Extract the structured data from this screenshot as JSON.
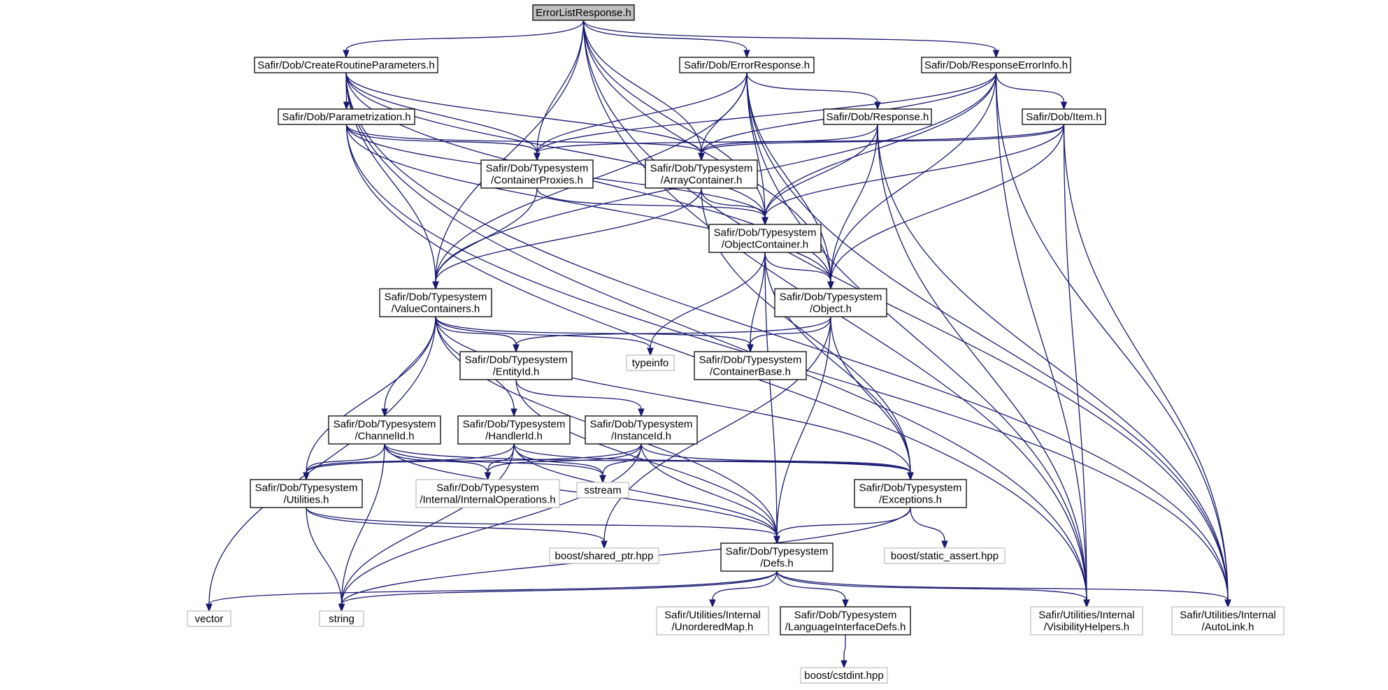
{
  "nodes": [
    {
      "id": "root",
      "lines": [
        "ErrorListResponse.h"
      ],
      "style": "root"
    },
    {
      "id": "crp",
      "lines": [
        "Safir/Dob/CreateRoutineParameters.h"
      ],
      "style": "doc"
    },
    {
      "id": "er",
      "lines": [
        "Safir/Dob/ErrorResponse.h"
      ],
      "style": "doc"
    },
    {
      "id": "rei",
      "lines": [
        "Safir/Dob/ResponseErrorInfo.h"
      ],
      "style": "doc"
    },
    {
      "id": "param",
      "lines": [
        "Safir/Dob/Parametrization.h"
      ],
      "style": "doc"
    },
    {
      "id": "resp",
      "lines": [
        "Safir/Dob/Response.h"
      ],
      "style": "doc"
    },
    {
      "id": "item",
      "lines": [
        "Safir/Dob/Item.h"
      ],
      "style": "doc"
    },
    {
      "id": "cp",
      "lines": [
        "Safir/Dob/Typesystem",
        "/ContainerProxies.h"
      ],
      "style": "doc"
    },
    {
      "id": "ac",
      "lines": [
        "Safir/Dob/Typesystem",
        "/ArrayContainer.h"
      ],
      "style": "doc"
    },
    {
      "id": "oc",
      "lines": [
        "Safir/Dob/Typesystem",
        "/ObjectContainer.h"
      ],
      "style": "doc"
    },
    {
      "id": "vc",
      "lines": [
        "Safir/Dob/Typesystem",
        "/ValueContainers.h"
      ],
      "style": "doc"
    },
    {
      "id": "obj",
      "lines": [
        "Safir/Dob/Typesystem",
        "/Object.h"
      ],
      "style": "doc"
    },
    {
      "id": "eid",
      "lines": [
        "Safir/Dob/Typesystem",
        "/EntityId.h"
      ],
      "style": "doc"
    },
    {
      "id": "typeinfo",
      "lines": [
        "typeinfo"
      ],
      "style": "ext"
    },
    {
      "id": "cb",
      "lines": [
        "Safir/Dob/Typesystem",
        "/ContainerBase.h"
      ],
      "style": "doc"
    },
    {
      "id": "cid",
      "lines": [
        "Safir/Dob/Typesystem",
        "/ChannelId.h"
      ],
      "style": "doc"
    },
    {
      "id": "hid",
      "lines": [
        "Safir/Dob/Typesystem",
        "/HandlerId.h"
      ],
      "style": "doc"
    },
    {
      "id": "iid",
      "lines": [
        "Safir/Dob/Typesystem",
        "/InstanceId.h"
      ],
      "style": "doc"
    },
    {
      "id": "util",
      "lines": [
        "Safir/Dob/Typesystem",
        "/Utilities.h"
      ],
      "style": "doc"
    },
    {
      "id": "intops",
      "lines": [
        "Safir/Dob/Typesystem",
        "/Internal/InternalOperations.h"
      ],
      "style": "ext"
    },
    {
      "id": "sstream",
      "lines": [
        "sstream"
      ],
      "style": "ext"
    },
    {
      "id": "exc",
      "lines": [
        "Safir/Dob/Typesystem",
        "/Exceptions.h"
      ],
      "style": "doc"
    },
    {
      "id": "shptr",
      "lines": [
        "boost/shared_ptr.hpp"
      ],
      "style": "ext"
    },
    {
      "id": "defs",
      "lines": [
        "Safir/Dob/Typesystem",
        "/Defs.h"
      ],
      "style": "doc"
    },
    {
      "id": "sassert",
      "lines": [
        "boost/static_assert.hpp"
      ],
      "style": "ext"
    },
    {
      "id": "vector",
      "lines": [
        "vector"
      ],
      "style": "ext"
    },
    {
      "id": "string",
      "lines": [
        "string"
      ],
      "style": "ext"
    },
    {
      "id": "umap",
      "lines": [
        "Safir/Utilities/Internal",
        "/UnorderedMap.h"
      ],
      "style": "ext"
    },
    {
      "id": "lid",
      "lines": [
        "Safir/Dob/Typesystem",
        "/LanguageInterfaceDefs.h"
      ],
      "style": "doc"
    },
    {
      "id": "vis",
      "lines": [
        "Safir/Utilities/Internal",
        "/VisibilityHelpers.h"
      ],
      "style": "ext"
    },
    {
      "id": "autolink",
      "lines": [
        "Safir/Utilities/Internal",
        "/AutoLink.h"
      ],
      "style": "ext"
    },
    {
      "id": "cstdint",
      "lines": [
        "boost/cstdint.hpp"
      ],
      "style": "ext"
    }
  ],
  "edges": [
    {
      "from": "root",
      "to": "crp"
    },
    {
      "from": "root",
      "to": "er"
    },
    {
      "from": "root",
      "to": "rei"
    },
    {
      "from": "root",
      "to": "cp"
    },
    {
      "from": "root",
      "to": "ac"
    },
    {
      "from": "root",
      "to": "oc"
    },
    {
      "from": "root",
      "to": "vc"
    },
    {
      "from": "root",
      "to": "obj"
    },
    {
      "from": "root",
      "to": "vis"
    },
    {
      "from": "root",
      "to": "autolink"
    },
    {
      "from": "crp",
      "to": "param"
    },
    {
      "from": "crp",
      "to": "cp"
    },
    {
      "from": "crp",
      "to": "ac"
    },
    {
      "from": "crp",
      "to": "oc"
    },
    {
      "from": "crp",
      "to": "vc"
    },
    {
      "from": "crp",
      "to": "obj"
    },
    {
      "from": "crp",
      "to": "vis"
    },
    {
      "from": "crp",
      "to": "autolink"
    },
    {
      "from": "er",
      "to": "resp"
    },
    {
      "from": "er",
      "to": "cp"
    },
    {
      "from": "er",
      "to": "ac"
    },
    {
      "from": "er",
      "to": "oc"
    },
    {
      "from": "er",
      "to": "vc"
    },
    {
      "from": "er",
      "to": "obj"
    },
    {
      "from": "er",
      "to": "vis"
    },
    {
      "from": "er",
      "to": "autolink"
    },
    {
      "from": "rei",
      "to": "item"
    },
    {
      "from": "rei",
      "to": "cp"
    },
    {
      "from": "rei",
      "to": "ac"
    },
    {
      "from": "rei",
      "to": "oc"
    },
    {
      "from": "rei",
      "to": "vc"
    },
    {
      "from": "rei",
      "to": "obj"
    },
    {
      "from": "rei",
      "to": "vis"
    },
    {
      "from": "rei",
      "to": "autolink"
    },
    {
      "from": "param",
      "to": "cp"
    },
    {
      "from": "param",
      "to": "ac"
    },
    {
      "from": "param",
      "to": "oc"
    },
    {
      "from": "param",
      "to": "obj"
    },
    {
      "from": "param",
      "to": "vis"
    },
    {
      "from": "param",
      "to": "autolink"
    },
    {
      "from": "resp",
      "to": "ac"
    },
    {
      "from": "resp",
      "to": "oc"
    },
    {
      "from": "resp",
      "to": "obj"
    },
    {
      "from": "resp",
      "to": "vis"
    },
    {
      "from": "resp",
      "to": "autolink"
    },
    {
      "from": "item",
      "to": "cp"
    },
    {
      "from": "item",
      "to": "ac"
    },
    {
      "from": "item",
      "to": "oc"
    },
    {
      "from": "item",
      "to": "obj"
    },
    {
      "from": "item",
      "to": "vis"
    },
    {
      "from": "item",
      "to": "autolink"
    },
    {
      "from": "cp",
      "to": "oc"
    },
    {
      "from": "cp",
      "to": "vc"
    },
    {
      "from": "ac",
      "to": "oc"
    },
    {
      "from": "ac",
      "to": "vc"
    },
    {
      "from": "ac",
      "to": "exc"
    },
    {
      "from": "oc",
      "to": "obj"
    },
    {
      "from": "oc",
      "to": "typeinfo"
    },
    {
      "from": "oc",
      "to": "cb"
    },
    {
      "from": "oc",
      "to": "exc"
    },
    {
      "from": "oc",
      "to": "defs"
    },
    {
      "from": "vc",
      "to": "eid"
    },
    {
      "from": "vc",
      "to": "typeinfo"
    },
    {
      "from": "vc",
      "to": "cb"
    },
    {
      "from": "vc",
      "to": "cid"
    },
    {
      "from": "vc",
      "to": "hid"
    },
    {
      "from": "vc",
      "to": "util"
    },
    {
      "from": "vc",
      "to": "exc"
    },
    {
      "from": "vc",
      "to": "vector"
    },
    {
      "from": "vc",
      "to": "defs"
    },
    {
      "from": "obj",
      "to": "eid"
    },
    {
      "from": "obj",
      "to": "cb"
    },
    {
      "from": "obj",
      "to": "shptr"
    },
    {
      "from": "obj",
      "to": "exc"
    },
    {
      "from": "obj",
      "to": "defs"
    },
    {
      "from": "eid",
      "to": "iid"
    },
    {
      "from": "eid",
      "to": "defs"
    },
    {
      "from": "cid",
      "to": "util"
    },
    {
      "from": "cid",
      "to": "intops"
    },
    {
      "from": "cid",
      "to": "sstream"
    },
    {
      "from": "cid",
      "to": "exc"
    },
    {
      "from": "cid",
      "to": "defs"
    },
    {
      "from": "cid",
      "to": "string"
    },
    {
      "from": "hid",
      "to": "util"
    },
    {
      "from": "hid",
      "to": "intops"
    },
    {
      "from": "hid",
      "to": "sstream"
    },
    {
      "from": "hid",
      "to": "exc"
    },
    {
      "from": "hid",
      "to": "defs"
    },
    {
      "from": "hid",
      "to": "string"
    },
    {
      "from": "iid",
      "to": "util"
    },
    {
      "from": "iid",
      "to": "intops"
    },
    {
      "from": "iid",
      "to": "sstream"
    },
    {
      "from": "iid",
      "to": "exc"
    },
    {
      "from": "iid",
      "to": "defs"
    },
    {
      "from": "iid",
      "to": "string"
    },
    {
      "from": "util",
      "to": "shptr"
    },
    {
      "from": "util",
      "to": "defs"
    },
    {
      "from": "util",
      "to": "string"
    },
    {
      "from": "exc",
      "to": "defs"
    },
    {
      "from": "exc",
      "to": "sassert"
    },
    {
      "from": "exc",
      "to": "string"
    },
    {
      "from": "defs",
      "to": "vector"
    },
    {
      "from": "defs",
      "to": "string"
    },
    {
      "from": "defs",
      "to": "umap"
    },
    {
      "from": "defs",
      "to": "lid"
    },
    {
      "from": "defs",
      "to": "vis"
    },
    {
      "from": "defs",
      "to": "autolink"
    },
    {
      "from": "lid",
      "to": "cstdint"
    }
  ]
}
